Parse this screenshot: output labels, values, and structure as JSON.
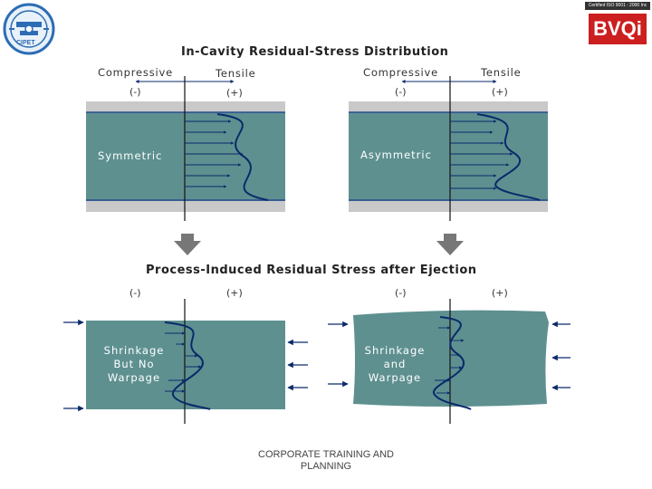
{
  "logos": {
    "left_text": [
      "CIPET"
    ],
    "certificate_text": "Certified ISO 9001 : 2000 Inc",
    "brand": "BVQi"
  },
  "top_section": {
    "title": "In-Cavity Residual-Stress Distribution",
    "left_panel": {
      "compressive_label": "Compressive",
      "tensile_label": "Tensile",
      "minus": "(-)",
      "plus": "(+)",
      "label": "Symmetric"
    },
    "right_panel": {
      "compressive_label": "Compressive",
      "tensile_label": "Tensile",
      "minus": "(-)",
      "plus": "(+)",
      "label": "Asymmetric"
    }
  },
  "bottom_section": {
    "title": "Process-Induced Residual Stress after Ejection",
    "left_panel": {
      "minus": "(-)",
      "plus": "(+)",
      "label_lines": [
        "Shrinkage",
        "But No",
        "Warpage"
      ]
    },
    "right_panel": {
      "minus": "(-)",
      "plus": "(+)",
      "label_lines": [
        "Shrinkage",
        "and",
        "Warpage"
      ]
    }
  },
  "footer": {
    "line1": "CORPORATE TRAINING AND",
    "line2": "PLANNING"
  },
  "colors": {
    "panel_fill": "#5e9090",
    "panel_border": "#2a4a90",
    "gray_band": "#c9c9c9",
    "arrow_gray": "#777777",
    "stress_line": "#0a2a6a",
    "bvqi_red": "#cc1f1f",
    "logo_blue": "#2c6cb4"
  }
}
